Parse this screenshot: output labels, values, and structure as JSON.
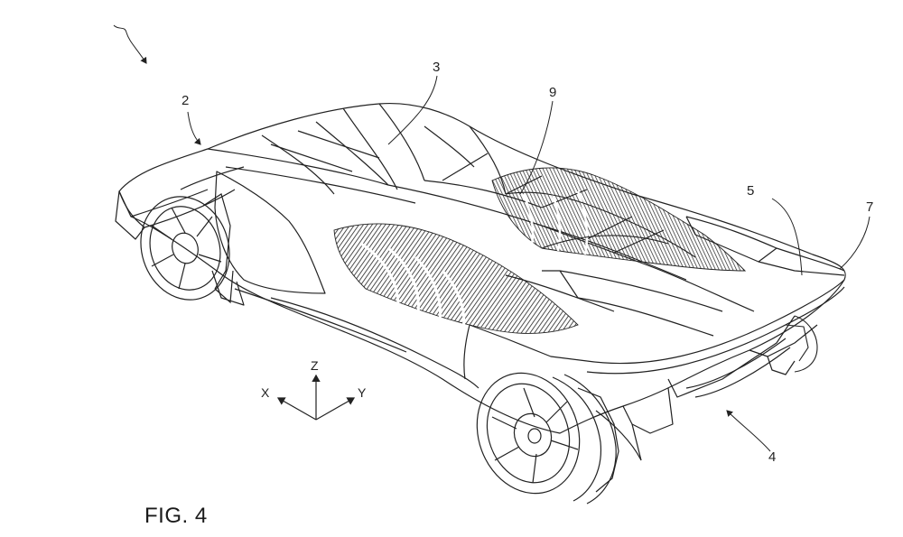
{
  "figure": {
    "caption": "FIG. 4"
  },
  "reference_numerals": {
    "r2": "2",
    "r3": "3",
    "r4": "4",
    "r5": "5",
    "r7": "7",
    "r9": "9"
  },
  "axes": {
    "x": "X",
    "y": "Y",
    "z": "Z"
  },
  "colors": {
    "ink": "#222222",
    "background": "#ffffff"
  }
}
